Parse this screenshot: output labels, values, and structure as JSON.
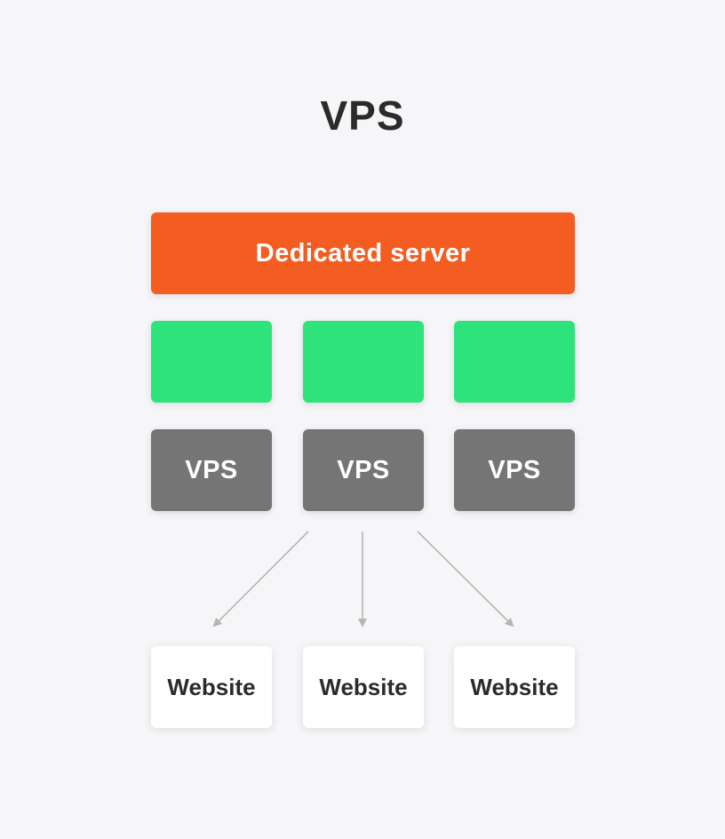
{
  "title": "VPS",
  "dedicated_server": {
    "label": "Dedicated server",
    "color": "#f45d22"
  },
  "partitions": {
    "color": "#2ee27c",
    "count": 3
  },
  "vps_boxes": {
    "color": "#757575",
    "items": [
      {
        "label": "VPS"
      },
      {
        "label": "VPS"
      },
      {
        "label": "VPS"
      }
    ]
  },
  "websites": {
    "items": [
      {
        "label": "Website"
      },
      {
        "label": "Website"
      },
      {
        "label": "Website"
      }
    ]
  },
  "arrow_color": "#b5b5b5"
}
